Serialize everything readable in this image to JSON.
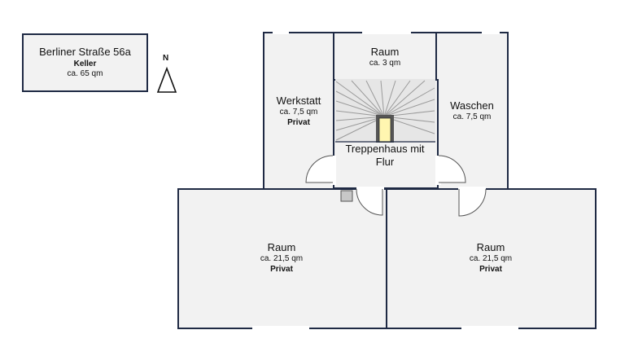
{
  "info": {
    "address": "Berliner Straße 56a",
    "floor": "Keller",
    "area": "ca. 65 qm"
  },
  "compass": {
    "letter": "N"
  },
  "rooms": {
    "werkstatt": {
      "name": "Werkstatt",
      "area": "ca. 7,5 qm",
      "tag": "Privat"
    },
    "raum_small": {
      "name": "Raum",
      "area": "ca. 3 qm"
    },
    "waschen": {
      "name": "Waschen",
      "area": "ca. 7,5 qm"
    },
    "treppenhaus": {
      "name_line1": "Treppenhaus mit",
      "name_line2": "Flur"
    },
    "raum_left": {
      "name": "Raum",
      "area": "ca. 21,5 qm",
      "tag": "Privat"
    },
    "raum_right": {
      "name": "Raum",
      "area": "ca. 21,5 qm",
      "tag": "Privat"
    }
  },
  "colors": {
    "wall": "#1f2a44",
    "floor": "#f2f2f2",
    "stairs": "#e6e6e6"
  }
}
